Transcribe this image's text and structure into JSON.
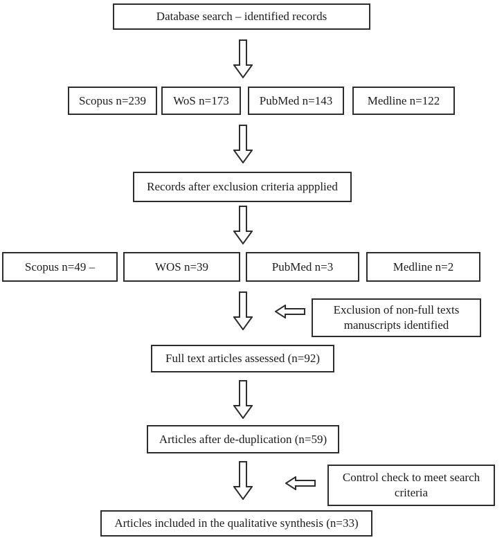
{
  "colors": {
    "border": "#2d2d2d",
    "text": "#1b1b1b",
    "background": "#ffffff"
  },
  "diagram": {
    "type": "flowchart",
    "nodes": {
      "database_search": "Database search – identified records",
      "scopus_1": "Scopus n=239",
      "wos_1": "WoS n=173",
      "pubmed_1": "PubMed n=143",
      "medline_1": "Medline n=122",
      "records_after_exclusion": "Records after exclusion criteria appplied",
      "scopus_2": "Scopus n=49 –",
      "wos_2": "WOS n=39",
      "pubmed_2": "PubMed n=3",
      "medline_2": "Medline n=2",
      "exclusion_note": "Exclusion of non-full texts manuscripts identified",
      "full_text_assessed": "Full text articles assessed (n=92)",
      "after_deduplication": "Articles after de-duplication (n=59)",
      "control_check": "Control check to meet search criteria",
      "included_in_synthesis": "Articles included in the qualitative synthesis (n=33)"
    },
    "counts": {
      "scopus_identified": 239,
      "wos_identified": 173,
      "pubmed_identified": 143,
      "medline_identified": 122,
      "scopus_after_exclusion": 49,
      "wos_after_exclusion": 39,
      "pubmed_after_exclusion": 3,
      "medline_after_exclusion": 2,
      "full_text_assessed": 92,
      "after_deduplication": 59,
      "included_in_synthesis": 33
    }
  }
}
